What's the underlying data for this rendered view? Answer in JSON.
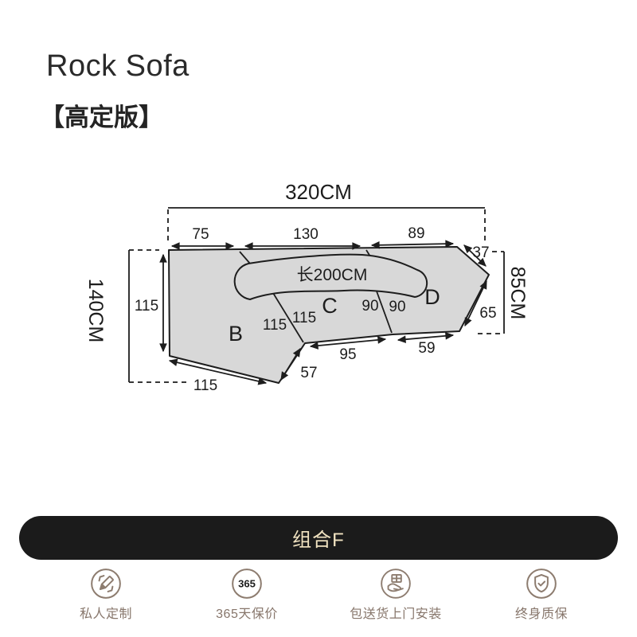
{
  "header": {
    "title": "Rock Sofa",
    "subtitle": "【高定版】"
  },
  "diagram": {
    "total_width": "320CM",
    "top_segments": [
      "75",
      "130",
      "89"
    ],
    "corner": "37",
    "left_height": "140CM",
    "left_depth": "115",
    "right_height": "85CM",
    "right_edge": "65",
    "backrest_length": "长200CM",
    "sections": [
      "B",
      "C",
      "D"
    ],
    "bc_divider": [
      "115",
      "115"
    ],
    "cd_divider": [
      "90",
      "90"
    ],
    "bottom_c": "95",
    "bottom_d": "59",
    "bottom_notch": "57",
    "bottom_b": "115"
  },
  "combo_button": {
    "label": "组合F"
  },
  "footer": {
    "items": [
      {
        "icon": "pencil-edit-icon",
        "label": "私人定制"
      },
      {
        "icon": "badge-365-icon",
        "label": "365天保价",
        "badge": "365"
      },
      {
        "icon": "delivery-install-icon",
        "label": "包送货上门安装"
      },
      {
        "icon": "shield-check-icon",
        "label": "终身质保"
      }
    ]
  },
  "colors": {
    "button_bg": "#1b1b1b",
    "button_text": "#f1e3c1",
    "sofa_fill": "#d8d8d8",
    "line": "#1d1d1d",
    "footer_brown": "#8d7c6f"
  }
}
